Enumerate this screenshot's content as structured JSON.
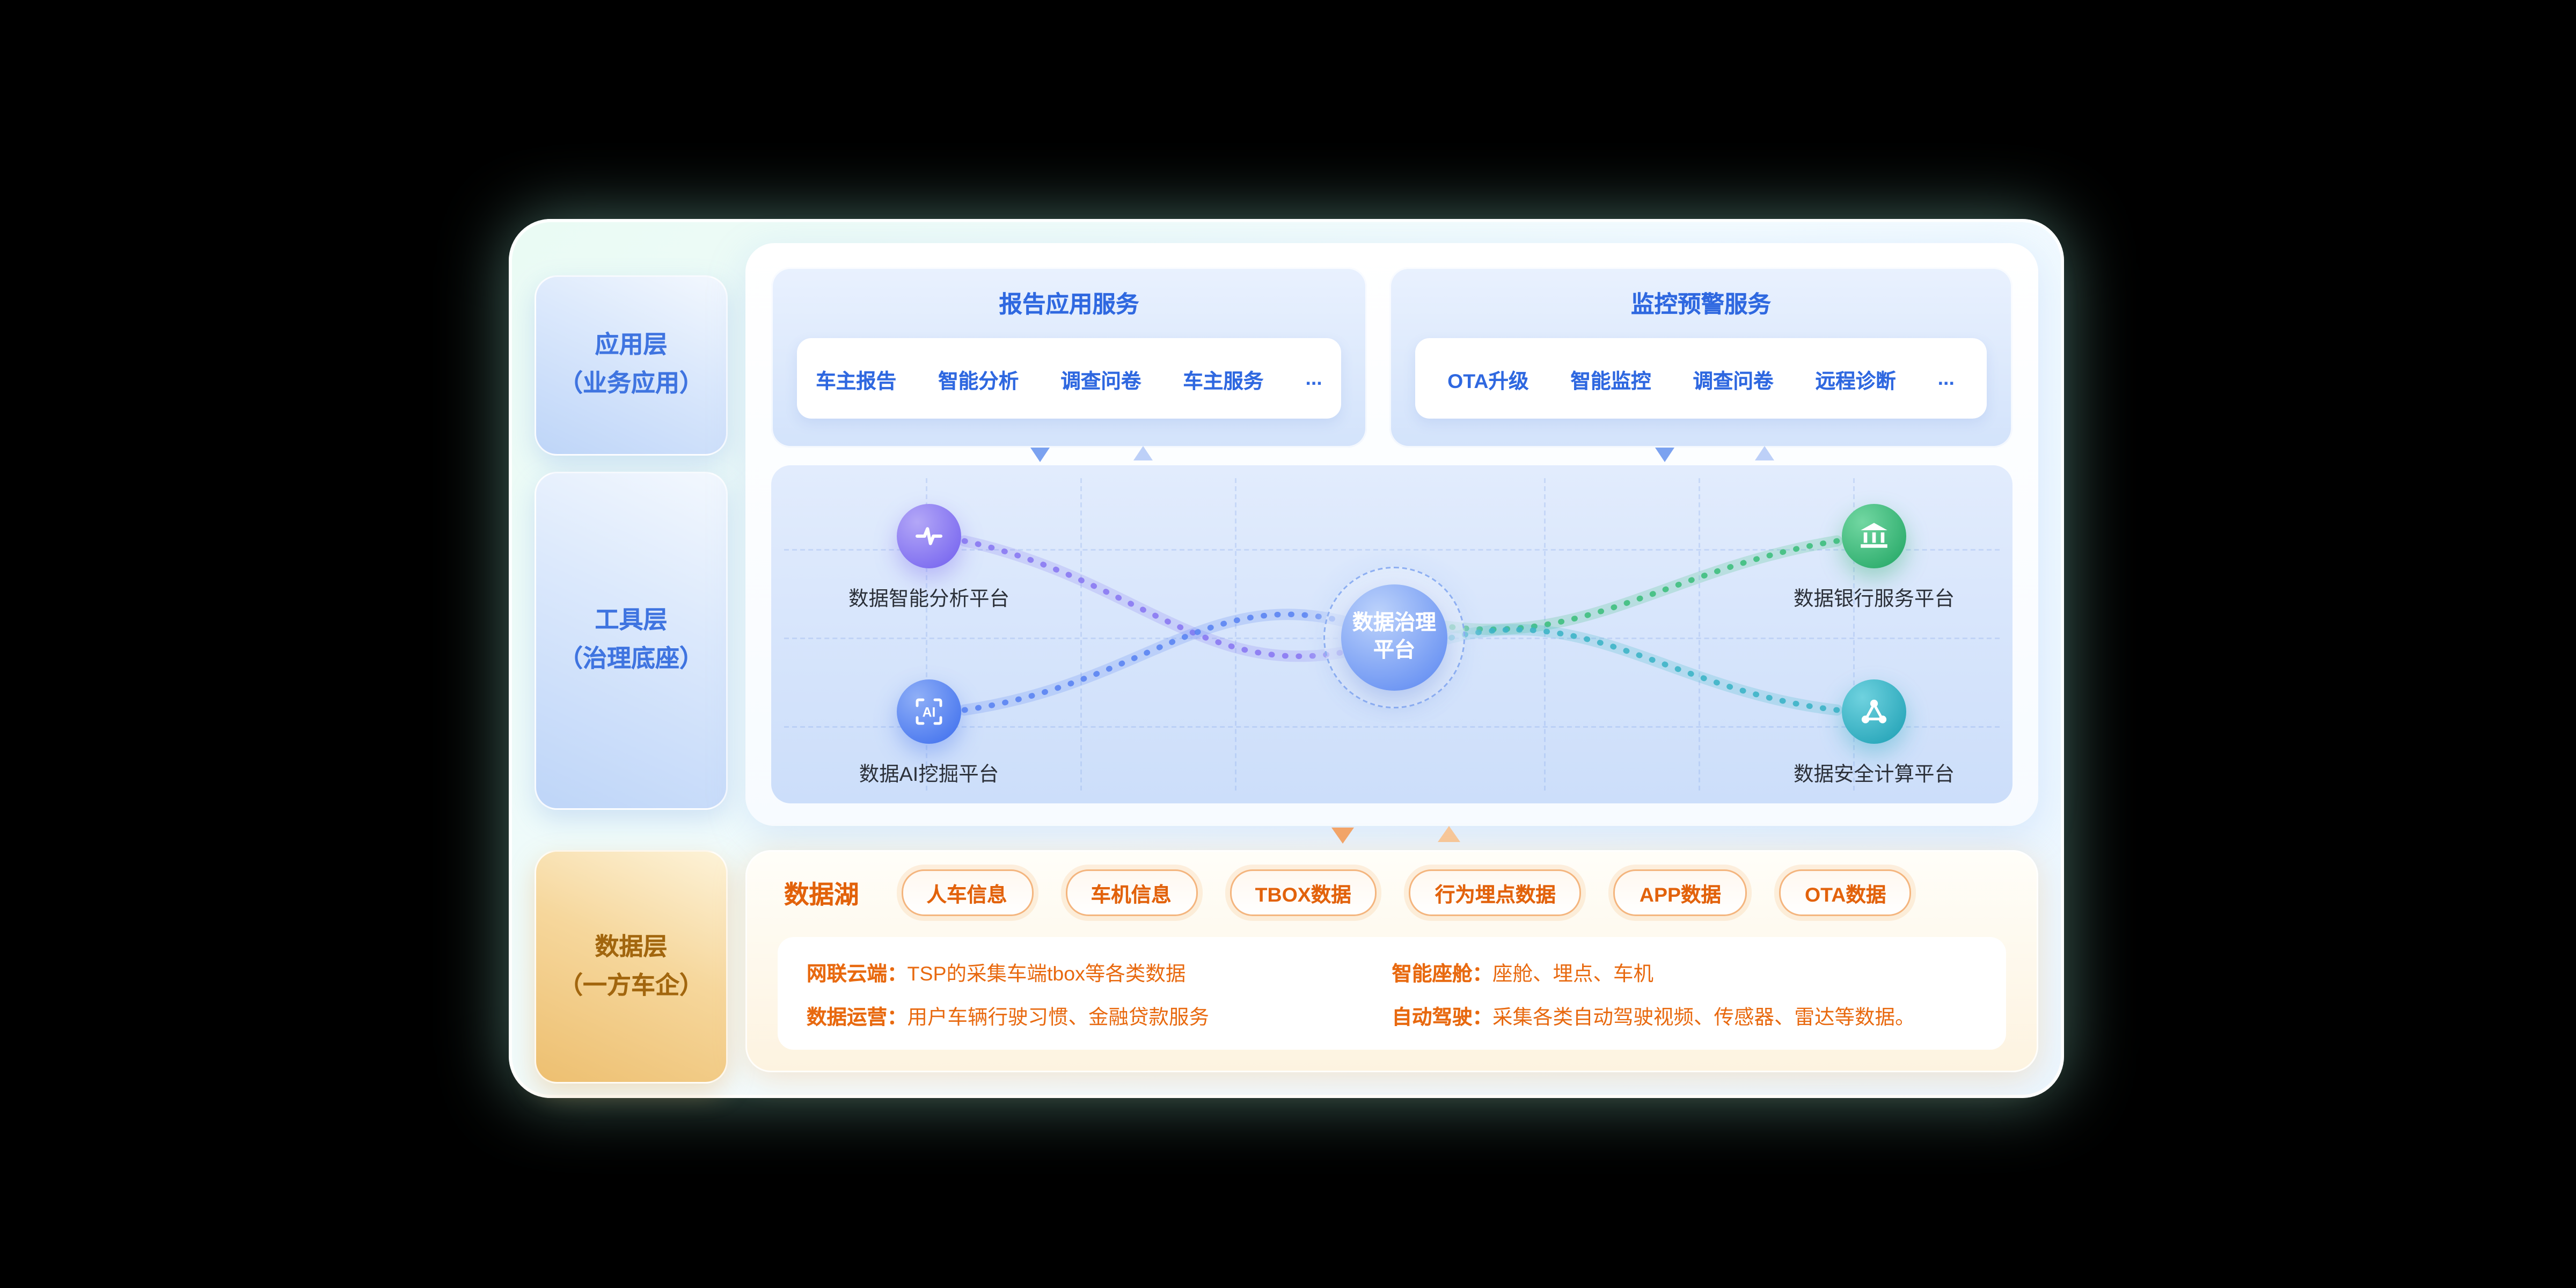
{
  "left_layers": [
    {
      "title": "应用层",
      "subtitle": "（业务应用）"
    },
    {
      "title": "工具层",
      "subtitle": "（治理底座）"
    },
    {
      "title": "数据层",
      "subtitle": "（一方车企）"
    }
  ],
  "services": {
    "report": {
      "title": "报告应用服务",
      "items": [
        "车主报告",
        "智能分析",
        "调查问卷",
        "车主服务",
        "..."
      ]
    },
    "monitor": {
      "title": "监控预警服务",
      "items": [
        "OTA升级",
        "智能监控",
        "调查问卷",
        "远程诊断",
        "..."
      ]
    }
  },
  "governance": {
    "center": {
      "line1": "数据治理",
      "line2": "平台"
    },
    "nodes": [
      {
        "label": "数据智能分析平台",
        "icon": "analytics-icon",
        "color": "#7d6cf0"
      },
      {
        "label": "数据AI挖掘平台",
        "icon": "ai-icon",
        "color": "#4b79ef"
      },
      {
        "label": "数据银行服务平台",
        "icon": "bank-icon",
        "color": "#2fae6e"
      },
      {
        "label": "数据安全计算平台",
        "icon": "secure-compute-icon",
        "color": "#2ba8bb"
      }
    ]
  },
  "data_lake": {
    "title": "数据湖",
    "tags": [
      "人车信息",
      "车机信息",
      "TBOX数据",
      "行为埋点数据",
      "APP数据",
      "OTA数据"
    ],
    "details": {
      "left": [
        {
          "label": "网联云端：",
          "text": "TSP的采集车端tbox等各类数据"
        },
        {
          "label": "数据运营：",
          "text": "用户车辆行驶习惯、金融贷款服务"
        }
      ],
      "right": [
        {
          "label": "智能座舱：",
          "text": "座舱、埋点、车机"
        },
        {
          "label": "自动驾驶：",
          "text": "采集各类自动驾驶视频、传感器、雷达等数据。"
        }
      ]
    }
  },
  "colors": {
    "accent_blue": "#2f68e0",
    "accent_orange": "#e2620b"
  }
}
